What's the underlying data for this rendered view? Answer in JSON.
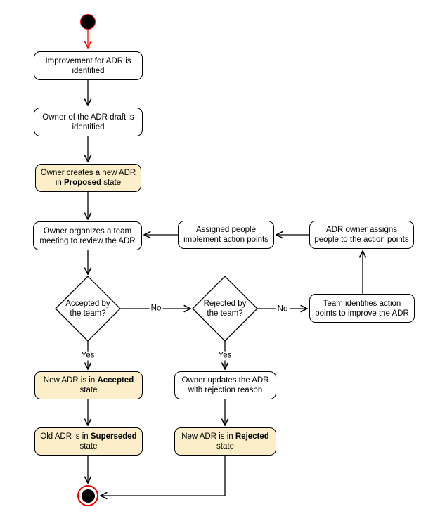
{
  "colors": {
    "state_fill": "#FBEEC8",
    "activity_fill": "#FFFFFF",
    "stroke": "#000000",
    "edge_color": "#000000",
    "initial_edge_color": "#FA0A0A",
    "accent_red": "#EE0000"
  },
  "nodes": {
    "improvement": "Improvement for ADR is\nidentified",
    "owner_draft": "Owner of the ADR draft is\nidentified",
    "create_adr": {
      "pre": "Owner creates a new ADR\nin ",
      "bold": "Proposed",
      "post": " state"
    },
    "meeting": "Owner organizes a team\nmeeting to review the ADR",
    "assigned_people": "Assigned people\nimplement action points",
    "assigns_people": "ADR owner assigns\npeople to the action points",
    "team_identifies": "Team identifies action\npoints to improve the ADR",
    "accepted_q": "Accepted by\nthe team?",
    "rejected_q": "Rejected by\nthe team?",
    "accepted_state": {
      "pre": "New ADR is in ",
      "bold": "Accepted",
      "post": "\nstate"
    },
    "updates_adr": "Owner updates the ADR\nwith rejection reason",
    "superseded_state": {
      "pre": "Old ADR is in ",
      "bold": "Superseded",
      "post": "\nstate"
    },
    "rejected_state": {
      "pre": "New ADR is in ",
      "bold": "Rejected",
      "post": "\nstate"
    }
  },
  "edge_labels": {
    "accepted_no": "No",
    "accepted_yes": "Yes",
    "rejected_no": "No",
    "rejected_yes": "Yes"
  }
}
